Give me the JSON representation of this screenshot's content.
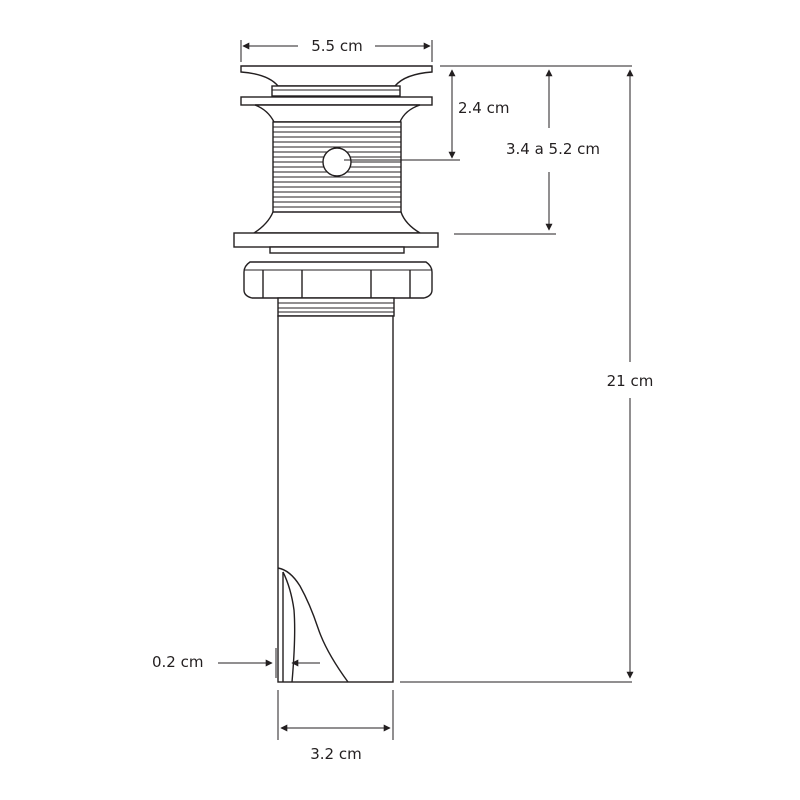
{
  "dimensions": {
    "flange_width": "5.5 cm",
    "cap_height": "2.4 cm",
    "body_range": "3.4 a 5.2 cm",
    "total_height": "21 cm",
    "wall_thickness": "0.2 cm",
    "tube_width": "3.2 cm"
  }
}
